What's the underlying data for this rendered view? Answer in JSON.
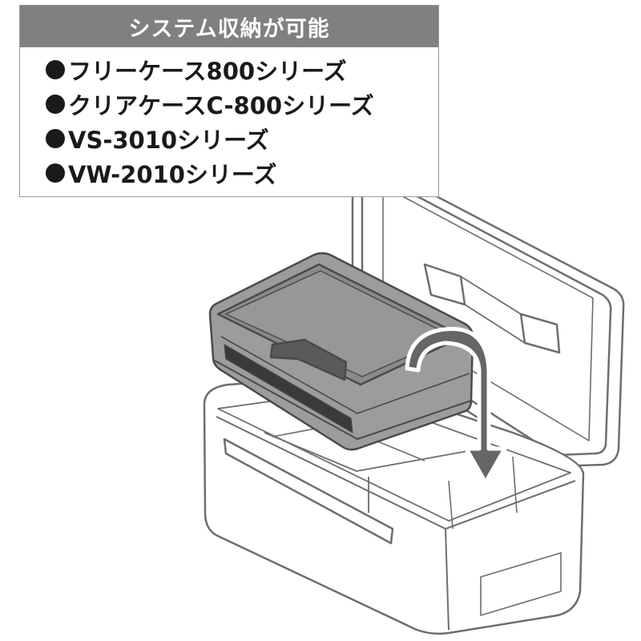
{
  "panel": {
    "header": "システム収納が可能",
    "items": [
      "フリーケース800シリーズ",
      "クリアケースC-800シリーズ",
      "VS-3010シリーズ",
      "VW-2010シリーズ"
    ]
  },
  "illustration": {
    "subjects": [
      "storage-box-open-lid",
      "tackle-case",
      "insert-arrow"
    ]
  }
}
